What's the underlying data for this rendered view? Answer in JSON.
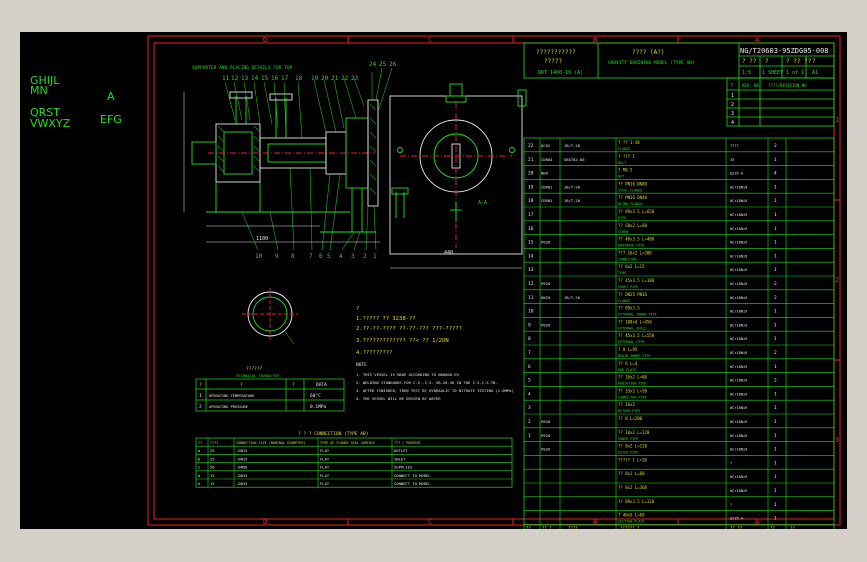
{
  "app": {
    "title": "CAD drawing viewer"
  },
  "left_panel": {
    "line1": "GHIJL",
    "line2": "MN",
    "line3": "A",
    "line4": "QRST",
    "line5": "VWXYZ",
    "line6": "EFG"
  },
  "grid": {
    "top_cols": [
      "D",
      "C",
      "B",
      "A"
    ],
    "bottom_cols": [
      "D",
      "C",
      "B",
      "A"
    ],
    "right_rows": [
      "1",
      "2",
      "3"
    ]
  },
  "title_block": {
    "company": "???????????",
    "company_sub": "?????",
    "doc_ref": "DDT 1400-10 (A)",
    "name_cn": "????   (A?)",
    "name_en": "GRAVITY DRAINING MODEL (TYPE AB)",
    "drawing_no": "NG/T20603-95ZDG05-008",
    "row1": [
      "? ??",
      "?",
      "? ??  ??",
      "?"
    ],
    "row2": [
      "1:5",
      "1 SHEET",
      "1 of 1",
      "A1"
    ],
    "rev_headers": [
      "?",
      "REV. NO.",
      "????/REVISION NO"
    ],
    "rev_rows": [
      "1",
      "2",
      "3",
      "4"
    ]
  },
  "bom": {
    "rows": [
      {
        "no": "22",
        "code": "DC02",
        "std": "JB/T-28",
        "desc": "? ?? 1-38",
        "desc2": "FLANGE",
        "mat": "????",
        "qty": "2"
      },
      {
        "no": "21",
        "code": "CDR04",
        "std": "GB5782-86",
        "desc": "? ??? 1",
        "desc2": "BOLT",
        "mat": "35",
        "qty": "1"
      },
      {
        "no": "20",
        "code": "NDR",
        "std": "",
        "desc": "? M8.5",
        "desc2": "NUT",
        "mat": "Q235-A",
        "qty": "4"
      },
      {
        "no": "19",
        "code": "CDR01",
        "std": "JB/T-26",
        "desc": "?? PN16 DN80",
        "desc2": "STEEL FLANGE",
        "mat": "0Cr18Ni9",
        "qty": "1"
      },
      {
        "no": "18",
        "code": "CDR02",
        "std": "JB/T-26",
        "desc": "?? PN16 DN40",
        "desc2": "BLIND FLANGE",
        "mat": "0Cr18Ni9",
        "qty": "1"
      },
      {
        "no": "17",
        "code": "",
        "std": "",
        "desc": "?? 89x3.5 L=650",
        "desc2": "PIPE",
        "mat": "0Cr18Ni9",
        "qty": "1"
      },
      {
        "no": "16",
        "code": "",
        "std": "",
        "desc": "?? G8x2 L=60",
        "desc2": "SCREW",
        "mat": "0Cr18Ni9",
        "qty": "1"
      },
      {
        "no": "15",
        "code": "P026",
        "std": "",
        "desc": "?? 40x3.5 L=400",
        "desc2": "DRAINAGE PIPE",
        "mat": "0Cr18Ni9",
        "qty": "1"
      },
      {
        "no": "14",
        "code": "",
        "std": "",
        "desc": "??? 16x2 L=200",
        "desc2": "CONNECTOR",
        "mat": "0Cr18Ni9",
        "qty": "1"
      },
      {
        "no": "13",
        "code": "",
        "std": "",
        "desc": "?? 6x2 L=15",
        "desc2": "TUBE",
        "mat": "0Cr18Ni9",
        "qty": "1"
      },
      {
        "no": "12",
        "code": "P026",
        "std": "",
        "desc": "?? 45x3.5 L=100",
        "desc2": "SHORT PIPE",
        "mat": "0Cr18Ni9",
        "qty": "2"
      },
      {
        "no": "11",
        "code": "DN25",
        "std": "JB/T-26",
        "desc": "?? DN25 PN16",
        "desc2": "FLANGE",
        "mat": "0Cr18Ni9",
        "qty": "2"
      },
      {
        "no": "10",
        "code": "",
        "std": "",
        "desc": "?? 89x3.5",
        "desc2": "EXTERNAL INNER PIPE",
        "mat": "0Cr18Ni9",
        "qty": "1"
      },
      {
        "no": "9",
        "code": "P026",
        "std": "",
        "desc": "?? 108x4 L=450",
        "desc2": "EXTERNAL SHELL",
        "mat": "0Cr18Ni9",
        "qty": "1"
      },
      {
        "no": "8",
        "code": "",
        "std": "",
        "desc": "?? 45x3.5 L=550",
        "desc2": "EXTERNAL PIPE",
        "mat": "0Cr18Ni9",
        "qty": "1"
      },
      {
        "no": "7",
        "code": "",
        "std": "",
        "desc": "? 8 L=95",
        "desc2": "DRAIN INNER PIPE",
        "mat": "0Cr18Ni9",
        "qty": "2"
      },
      {
        "no": "6",
        "code": "",
        "std": "",
        "desc": "?? 8 L=4",
        "desc2": "END PLATE",
        "mat": "0Cr18Ni9",
        "qty": "1"
      },
      {
        "no": "5",
        "code": "",
        "std": "",
        "desc": "?? 16x2 L=60",
        "desc2": "RADIATION FINS",
        "mat": "0Cr18Ni9",
        "qty": "2"
      },
      {
        "no": "4",
        "code": "",
        "std": "",
        "desc": "?? 33x2 L=50",
        "desc2": "CONNECTOR PIPE",
        "mat": "0Cr18Ni9",
        "qty": "1"
      },
      {
        "no": "3",
        "code": "",
        "std": "",
        "desc": "?? 16x2",
        "desc2": "RETURN PIPE",
        "mat": "0Cr18Ni9",
        "qty": "1"
      },
      {
        "no": "2",
        "code": "P026",
        "std": "",
        "desc": "?? 8 L=200",
        "desc2": "",
        "mat": "0Cr18Ni9",
        "qty": "1"
      },
      {
        "no": "1",
        "code": "P026",
        "std": "",
        "desc": "?? 10x2 L=120",
        "desc2": "INNER PIPE",
        "mat": "0Cr18Ni9",
        "qty": "1"
      },
      {
        "no": "",
        "code": "P026",
        "std": "",
        "desc": "?? 8x2 L=120",
        "desc2": "OUTER PIPE",
        "mat": "0Cr18Ni9",
        "qty": "1"
      },
      {
        "no": "",
        "code": "",
        "std": "",
        "desc": "????? 1 L=50",
        "desc2": "",
        "mat": "?",
        "qty": "1"
      },
      {
        "no": "",
        "code": "",
        "std": "",
        "desc": "?? 8x1 L=60",
        "desc2": "",
        "mat": "0Cr18Ni9",
        "qty": "1"
      },
      {
        "no": "",
        "code": "",
        "std": "",
        "desc": "?? 8x2 L=360",
        "desc2": "",
        "mat": "0Cr18Ni9",
        "qty": "1"
      },
      {
        "no": "",
        "code": "",
        "std": "",
        "desc": "?? 89x3.5 L=120",
        "desc2": "",
        "mat": "?",
        "qty": "1"
      },
      {
        "no": "",
        "code": "",
        "std": "",
        "desc": "? 48x5 L=60",
        "desc2": "SECTION PLATE",
        "mat": "Q235-A",
        "qty": "1"
      }
    ],
    "header": [
      "??",
      "?? ?",
      "????",
      "?????? ?",
      "?? ??",
      "??",
      "??"
    ],
    "header_en": [
      "NO.",
      "CODE",
      "DRAWING NO",
      "NAME & SIZE",
      "MATERIAL",
      "QTY",
      "REMARKS"
    ],
    "footer_cn": "? ? ? ? ?",
    "footer_en": "INSTALLATION MATERIAL LIST"
  },
  "notes": {
    "heading": "?",
    "items": [
      "1.????? ?? 3238-??",
      "2.??-??-????  ??-??-??? ???-?????",
      "3.????????????? ??<  ?? 1/2DN",
      "4.?????????"
    ],
    "en_heading": "NOTE",
    "en_items": [
      "1. THIS VESSEL IS MADE ACCORDING TO ND0000-95",
      "2. WELDING STANDARDS FOR C.S.-C.S. SB-26-46 IN THE C.S-C.S-TB.",
      "3. AFTER FINISHED, THEN  TEST BY HYDRAULIC TO NITRATE TESTING (1.0MPa)",
      "4. THE VESSEL WILL BE DRIVEN BY WATER"
    ]
  },
  "tech_table": {
    "title": "??????",
    "title_en": "TECHNICAL CHARACTER",
    "headers": [
      "?",
      "?",
      "?",
      "DATA"
    ],
    "rows": [
      [
        "1",
        "OPERATING TEMPERATURE",
        "",
        "60°C"
      ],
      [
        "2",
        "OPERATING PRESSURE",
        "",
        "0.1MPa"
      ]
    ]
  },
  "conn_table": {
    "title": "? ? ?  CONNECTION (TYPE AB)",
    "headers": [
      "??",
      "????",
      "CONNECTION SIZE (NOMINAL DIAMETER)",
      "TYPE OF FLANGE SEAL SURFACE",
      "??? / PURPOSE"
    ],
    "rows": [
      [
        "a",
        "25",
        "-DN15",
        "FLAT",
        "OUTLET"
      ],
      [
        "b",
        "25",
        "-DN15",
        "FLAT",
        "INLET"
      ],
      [
        "c",
        "50",
        "-DN50",
        "FLAT",
        "SUPPLIES"
      ],
      [
        "d",
        "15",
        "-DN15",
        "FLAT",
        "CONNECT TO MODEL"
      ],
      [
        "e",
        "15",
        "-DN15",
        "FLAT",
        "CONNECT TO MODEL"
      ]
    ]
  },
  "view_labels": {
    "section_title": "SUPPORTER   AND PLACING DETAILS FOR  TOP",
    "callouts_top": [
      "11",
      "12",
      "13",
      "14",
      "15",
      "16",
      "17",
      "18",
      "19",
      "20",
      "21",
      "22",
      "23",
      "24",
      "25",
      "26"
    ],
    "callouts_bottom": [
      "10",
      "9",
      "8",
      "7",
      "6",
      "5",
      "4",
      "3",
      "2",
      "1"
    ],
    "section_mark": "A-A",
    "dim_1": "1100",
    "dim_2": "440"
  },
  "colors": {
    "line": "#22dd22",
    "frame": "#ee2222",
    "white": "#e8e8e8",
    "yellow": "#dddd22",
    "canvas": "#000000"
  }
}
